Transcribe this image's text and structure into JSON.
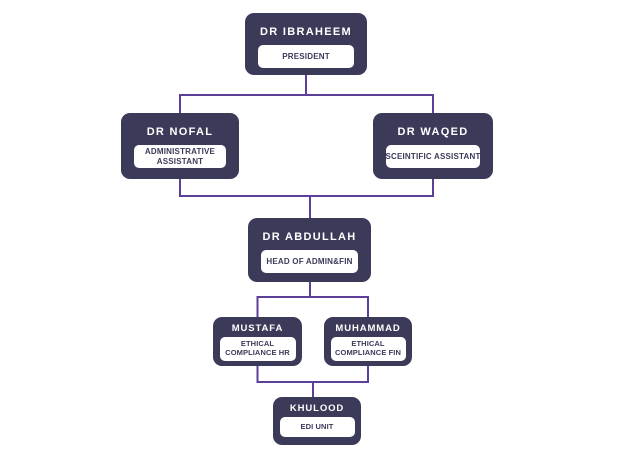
{
  "org_chart": {
    "type": "org-chart",
    "colors": {
      "page_bg": "#ffffff",
      "node_fill": "#3b3b59",
      "node_text": "#ffffff",
      "badge_fill": "#ffffff",
      "badge_text": "#3b3b59",
      "connector": "#5b3f98"
    },
    "nodes": [
      {
        "id": "ibraheem",
        "level": 1,
        "name": "DR IBRAHEEM",
        "title": "PRESIDENT"
      },
      {
        "id": "nofal",
        "level": 2,
        "name": "DR NOFAL",
        "title": "ADMINISTRATIVE ASSISTANT"
      },
      {
        "id": "waqed",
        "level": 2,
        "name": "DR WAQED",
        "title": "SCEINTIFIC ASSISTANT"
      },
      {
        "id": "abdullah",
        "level": 3,
        "name": "DR ABDULLAH",
        "title": "HEAD OF ADMIN&FIN"
      },
      {
        "id": "mustafa",
        "level": 4,
        "name": "MUSTAFA",
        "title": "ETHICAL COMPLIANCE HR"
      },
      {
        "id": "muhammad",
        "level": 4,
        "name": "MUHAMMAD",
        "title": "ETHICAL COMPLIANCE FIN"
      },
      {
        "id": "khulood",
        "level": 5,
        "name": "KHULOOD",
        "title": "EDI UNIT"
      }
    ],
    "edges": [
      [
        "ibraheem",
        "nofal"
      ],
      [
        "ibraheem",
        "waqed"
      ],
      [
        "nofal",
        "abdullah"
      ],
      [
        "waqed",
        "abdullah"
      ],
      [
        "abdullah",
        "mustafa"
      ],
      [
        "abdullah",
        "muhammad"
      ],
      [
        "mustafa",
        "khulood"
      ],
      [
        "muhammad",
        "khulood"
      ]
    ]
  }
}
